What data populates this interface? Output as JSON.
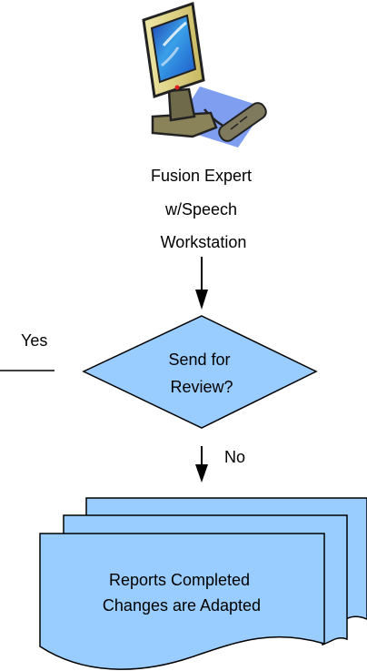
{
  "workstation": {
    "icon": "computer-workstation-icon",
    "label_lines": [
      "Fusion Expert",
      "w/Speech",
      "Workstation"
    ]
  },
  "decision": {
    "label_lines": [
      "Send for",
      "Review?"
    ],
    "yes_label": "Yes",
    "no_label": "No",
    "fill": "#99CCFF"
  },
  "documents": {
    "label_lines": [
      "Reports Completed",
      "Changes are Adapted"
    ],
    "fill": "#99CCFF"
  }
}
